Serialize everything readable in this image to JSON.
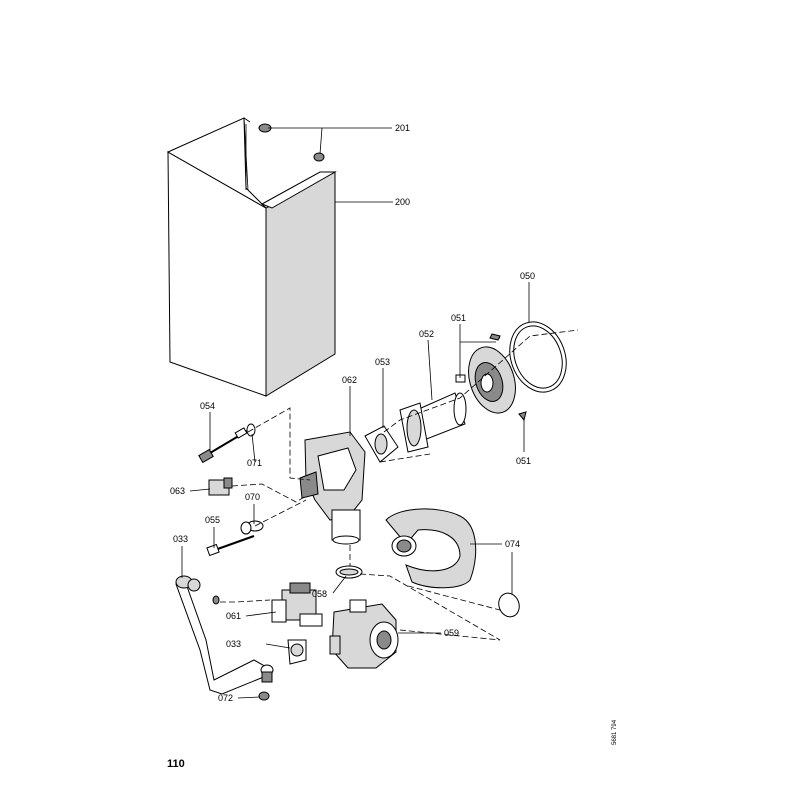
{
  "diagram": {
    "callouts": [
      {
        "id": "201",
        "text": "201"
      },
      {
        "id": "200",
        "text": "200"
      },
      {
        "id": "050",
        "text": "050"
      },
      {
        "id": "051a",
        "text": "051"
      },
      {
        "id": "052",
        "text": "052"
      },
      {
        "id": "053",
        "text": "053"
      },
      {
        "id": "062",
        "text": "062"
      },
      {
        "id": "054",
        "text": "054"
      },
      {
        "id": "071",
        "text": "071"
      },
      {
        "id": "051b",
        "text": "051"
      },
      {
        "id": "063",
        "text": "063"
      },
      {
        "id": "070",
        "text": "070"
      },
      {
        "id": "055",
        "text": "055"
      },
      {
        "id": "033a",
        "text": "033"
      },
      {
        "id": "074",
        "text": "074"
      },
      {
        "id": "058",
        "text": "058"
      },
      {
        "id": "061",
        "text": "061"
      },
      {
        "id": "059",
        "text": "059"
      },
      {
        "id": "033b",
        "text": "033"
      },
      {
        "id": "072",
        "text": "072"
      }
    ]
  },
  "footer": {
    "page_number": "110",
    "doc_number": "5681 794"
  }
}
